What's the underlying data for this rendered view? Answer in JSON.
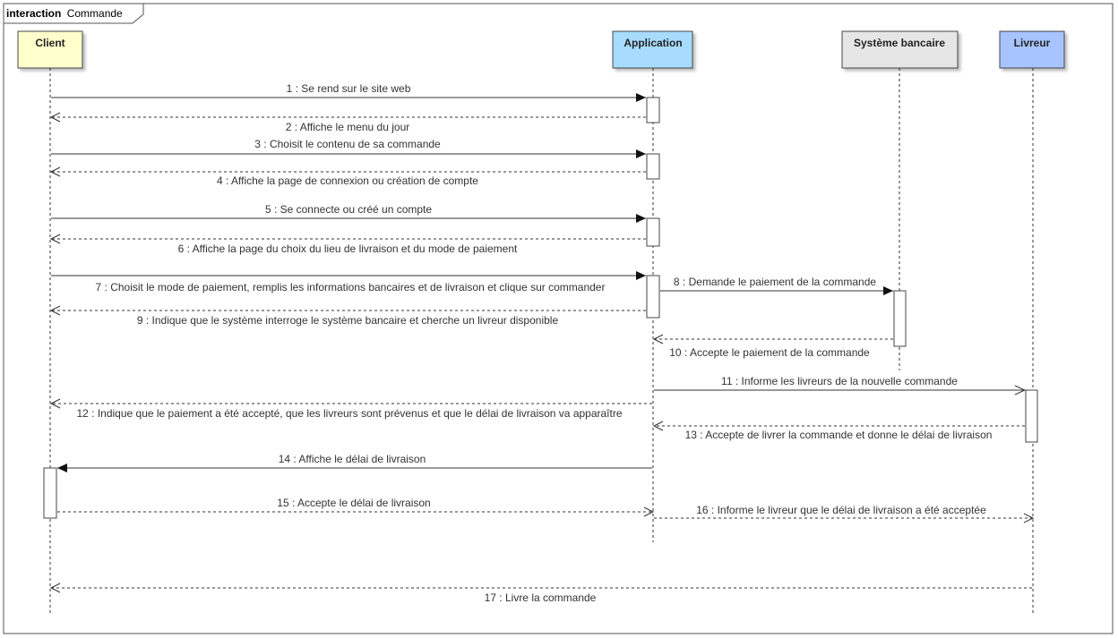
{
  "frame": {
    "kind": "interaction",
    "name": "Commande"
  },
  "participants": [
    {
      "id": "client",
      "name": "Client",
      "color": "#ffffcc"
    },
    {
      "id": "application",
      "name": "Application",
      "color": "#a8dcff"
    },
    {
      "id": "banque",
      "name": "Système bancaire",
      "color": "#e6e6e6"
    },
    {
      "id": "livreur",
      "name": "Livreur",
      "color": "#a8c4ff"
    }
  ],
  "messages": [
    {
      "n": 1,
      "from": "client",
      "to": "application",
      "kind": "sync",
      "label": "1 : Se rend sur le site web"
    },
    {
      "n": 2,
      "from": "application",
      "to": "client",
      "kind": "reply",
      "label": "2 : Affiche le menu du jour"
    },
    {
      "n": 3,
      "from": "client",
      "to": "application",
      "kind": "sync",
      "label": "3 : Choisit le contenu de sa commande"
    },
    {
      "n": 4,
      "from": "application",
      "to": "client",
      "kind": "reply",
      "label": "4 : Affiche la page de connexion ou création de compte"
    },
    {
      "n": 5,
      "from": "client",
      "to": "application",
      "kind": "sync",
      "label": "5 : Se connecte ou créé un compte"
    },
    {
      "n": 6,
      "from": "application",
      "to": "client",
      "kind": "reply",
      "label": "6 : Affiche la page du choix du lieu de livraison et du mode de paiement"
    },
    {
      "n": 7,
      "from": "client",
      "to": "application",
      "kind": "sync",
      "label": "7 : Choisit le mode de paiement, remplis les informations bancaires et de livraison et clique sur commander"
    },
    {
      "n": 8,
      "from": "application",
      "to": "banque",
      "kind": "sync",
      "label": "8 : Demande le paiement de la commande"
    },
    {
      "n": 9,
      "from": "application",
      "to": "client",
      "kind": "reply",
      "label": "9 : Indique que le système interroge le système bancaire et cherche un livreur disponible"
    },
    {
      "n": 10,
      "from": "banque",
      "to": "application",
      "kind": "reply",
      "label": "10 : Accepte le paiement de la commande"
    },
    {
      "n": 11,
      "from": "application",
      "to": "livreur",
      "kind": "async",
      "label": "11 : Informe les livreurs de la nouvelle commande"
    },
    {
      "n": 12,
      "from": "application",
      "to": "client",
      "kind": "reply",
      "label": "12 : Indique que le paiement a été accepté, que les livreurs sont prévenus et que le délai de livraison va apparaître"
    },
    {
      "n": 13,
      "from": "livreur",
      "to": "application",
      "kind": "reply",
      "label": "13 : Accepte de livrer la commande et donne le délai de livraison"
    },
    {
      "n": 14,
      "from": "application",
      "to": "client",
      "kind": "sync",
      "label": "14 : Affiche le délai de livraison"
    },
    {
      "n": 15,
      "from": "client",
      "to": "application",
      "kind": "reply",
      "label": "15 : Accepte le délai de livraison"
    },
    {
      "n": 16,
      "from": "application",
      "to": "livreur",
      "kind": "reply",
      "label": "16 : Informe le livreur que le délai de livraison a été acceptée"
    },
    {
      "n": 17,
      "from": "livreur",
      "to": "client",
      "kind": "reply",
      "label": "17 : Livre la commande"
    }
  ]
}
